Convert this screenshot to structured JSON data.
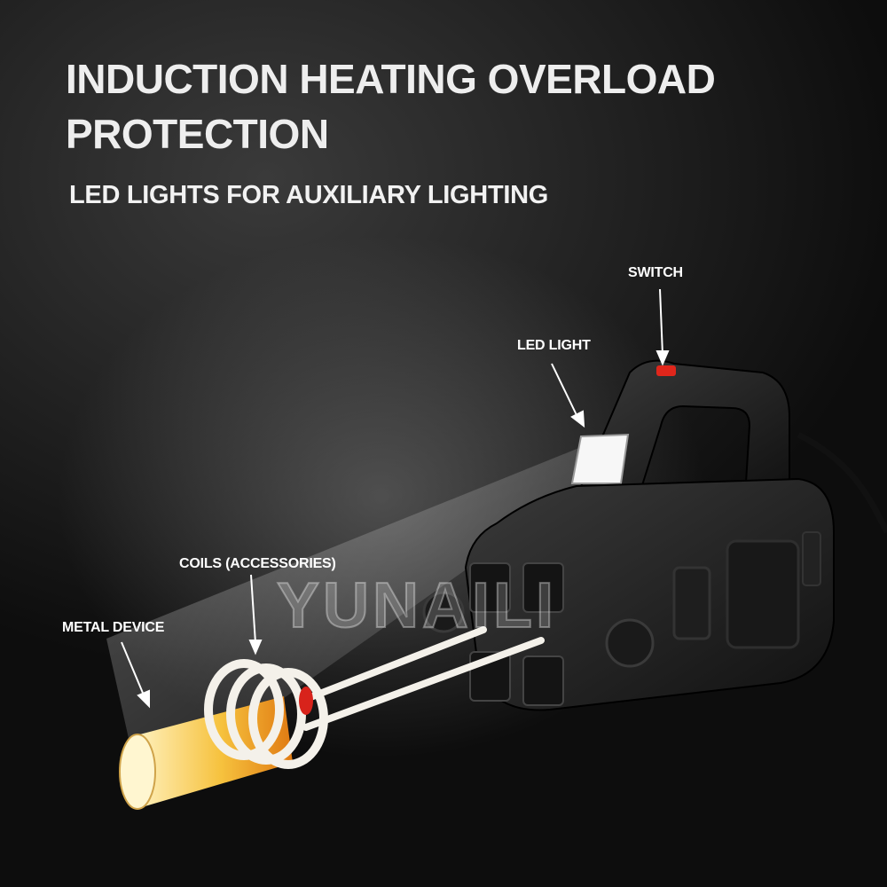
{
  "header": {
    "title": "INDUCTION HEATING OVERLOAD PROTECTION",
    "subtitle": "LED LIGHTS FOR AUXILIARY LIGHTING"
  },
  "callouts": {
    "switch": "SWITCH",
    "led_light": "LED LIGHT",
    "coils": "COILS (ACCESSORIES)",
    "metal_device": "METAL DEVICE"
  },
  "watermark": "YUNAILI",
  "colors": {
    "background": "#0b0b0b",
    "text": "#ffffff",
    "switch_red": "#e0261b",
    "metal_glow": "#f6c23e",
    "coil_white": "#f4f1ea"
  }
}
